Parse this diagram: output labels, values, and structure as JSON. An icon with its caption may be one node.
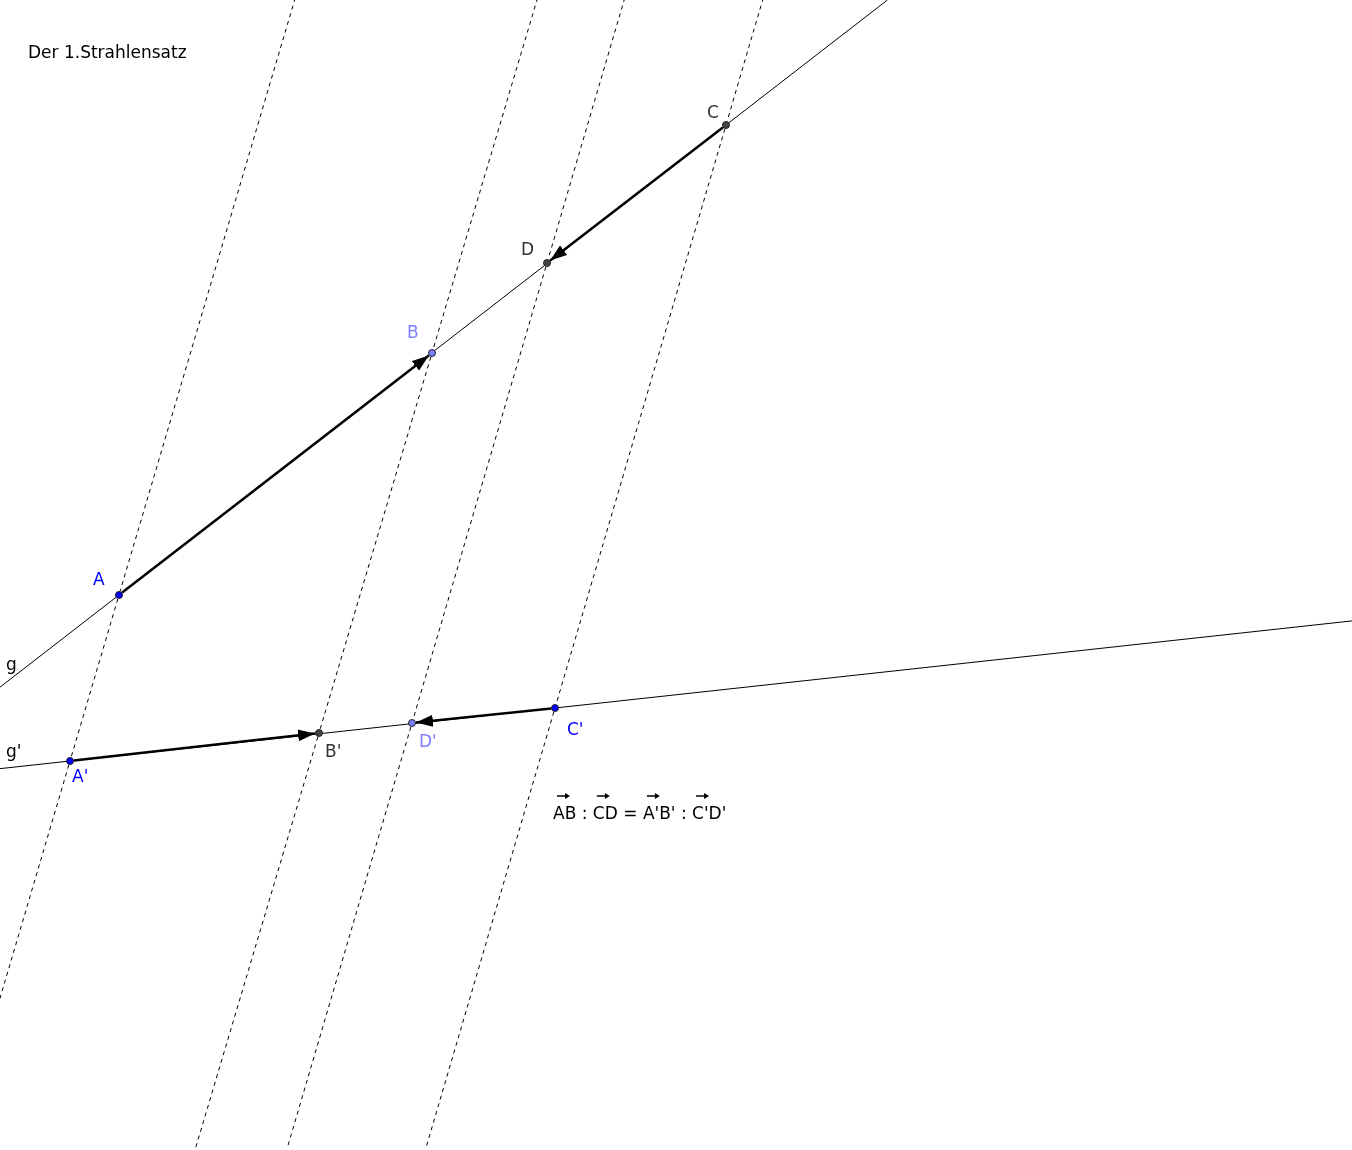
{
  "diagram": {
    "title": "Der 1.Strahlensatz",
    "nodes": [
      {
        "text": [],
        "shape": "circle",
        "beside": [
          "A"
        ]
      },
      {
        "text": [],
        "shape": "circle",
        "beside": [
          "B"
        ]
      },
      {
        "text": [],
        "shape": "circle",
        "beside": [
          "C"
        ]
      },
      {
        "text": [],
        "shape": "circle",
        "beside": [
          "D"
        ]
      },
      {
        "text": [],
        "shape": "circle",
        "beside": [
          "A'"
        ]
      },
      {
        "text": [],
        "shape": "circle",
        "beside": [
          "B'"
        ]
      },
      {
        "text": [],
        "shape": "circle",
        "beside": [
          "C'"
        ]
      },
      {
        "text": [],
        "shape": "circle",
        "beside": [
          "D'"
        ]
      }
    ],
    "edges": [
      {
        "from": 0,
        "to": 1,
        "arrow": "to"
      },
      {
        "from": 2,
        "to": 3,
        "arrow": "to"
      },
      {
        "from": 4,
        "to": 5,
        "arrow": "to"
      },
      {
        "from": 6,
        "to": 7,
        "arrow": "to"
      },
      {
        "from": 0,
        "to": 4,
        "arrow": "none",
        "style": "dashed"
      },
      {
        "from": 1,
        "to": 5,
        "arrow": "none",
        "style": "dashed"
      },
      {
        "from": 3,
        "to": 7,
        "arrow": "none",
        "style": "dashed"
      },
      {
        "from": 2,
        "to": 6,
        "arrow": "none",
        "style": "dashed"
      }
    ],
    "labels": [
      "g",
      "g'",
      "AB : CD = A'B' : C'D'"
    ]
  }
}
